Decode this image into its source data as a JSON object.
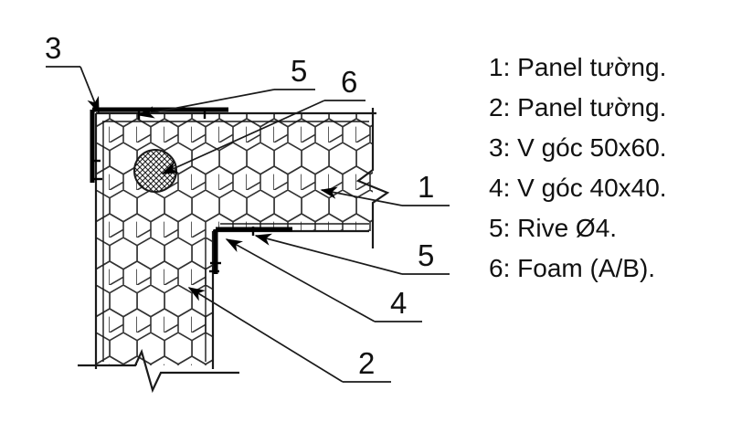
{
  "document": {
    "type": "technical-drawing",
    "title": "Panel wall corner joint detail",
    "background_color": "#ffffff",
    "line_color": "#1a1a1a"
  },
  "legend": {
    "items": [
      {
        "key": "1:",
        "label": "Panel tường."
      },
      {
        "key": "2:",
        "label": "Panel tường."
      },
      {
        "key": "3:",
        "label": "V góc 50x60."
      },
      {
        "key": "4:",
        "label": "V góc 40x40."
      },
      {
        "key": "5:",
        "label": "Rive Ø4."
      },
      {
        "key": "6:",
        "label": "Foam (A/B)."
      }
    ]
  },
  "callouts": {
    "c1": "1",
    "c2": "2",
    "c3": "3",
    "c4": "4",
    "c5_top": "5",
    "c5_mid": "5",
    "c6": "6"
  },
  "drawing_elements": {
    "horizontal_panel": "Panel tường (1) - horizontal panel with honeycomb core",
    "vertical_panel": "Panel tường (2) - vertical panel with honeycomb core",
    "outer_angle": "V góc 50x60 (3) - outer corner angle bracket",
    "inner_angle": "V góc 40x40 (4) - inner corner angle bracket",
    "rivet": "Rive Ø4 (5) - rivet fasteners",
    "foam": "Foam (A/B) (6) - foam fill circle",
    "break_lines": "zigzag break symbols at panel cut ends"
  }
}
